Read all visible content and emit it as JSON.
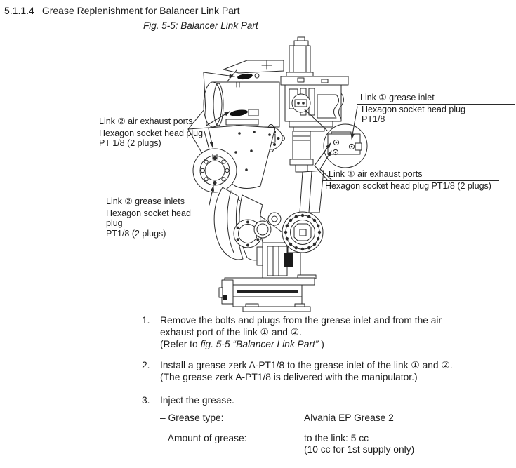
{
  "colors": {
    "ink": "#1c1c1c",
    "line": "#2a2a2a"
  },
  "header": {
    "section_number": "5.1.1.4",
    "section_title": "Grease Replenishment for Balancer Link Part"
  },
  "figure": {
    "caption": "Fig. 5-5: Balancer Link Part"
  },
  "callouts": {
    "link2_air_exhaust": {
      "title": "Link ② air exhaust ports",
      "detail1": "Hexagon socket head plug",
      "detail2": "PT 1/8 (2 plugs)"
    },
    "link2_grease_inlets": {
      "title": "Link ② grease inlets",
      "detail1": "Hexagon socket head plug",
      "detail2": "PT1/8 (2 plugs)"
    },
    "link1_grease_inlet": {
      "title": "Link ① grease inlet",
      "detail1": "Hexagon socket head plug",
      "detail2": "PT1/8"
    },
    "link1_air_exhaust": {
      "title": "Link ① air exhaust ports",
      "detail1": "Hexagon socket head plug PT1/8 (2 plugs)"
    }
  },
  "steps": {
    "one": {
      "number": "1.",
      "line1": "Remove the bolts and plugs from the grease inlet and from the air",
      "line2": "exhaust port of the link ① and ②.",
      "refer_prefix": "(Refer to ",
      "refer_italic": "fig. 5-5  “Balancer Link Part”",
      "refer_suffix": " )"
    },
    "two": {
      "number": "2.",
      "line1": "Install a grease zerk A-PT1/8 to the grease inlet of the link ① and ②.",
      "line2": "(The grease zerk A-PT1/8 is delivered with the manipulator.)"
    },
    "three": {
      "number": "3.",
      "line1": "Inject the grease.",
      "grease_type_label": "–  Grease type:",
      "grease_type_value": "Alvania EP Grease 2",
      "amount_label": "–  Amount of grease:",
      "amount_value_line1": "to the link: 5 cc",
      "amount_value_line2": "(10 cc for 1st supply only)"
    }
  }
}
